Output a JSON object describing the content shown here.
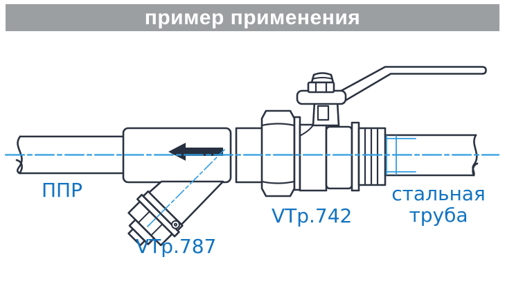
{
  "header": {
    "title": "пример применения"
  },
  "diagram": {
    "flow_direction": "left",
    "labels": {
      "ppr_pipe": "ППР",
      "strainer_model": "VTp.787",
      "valve_model": "VTp.742",
      "steel_pipe_line1": "стальная",
      "steel_pipe_line2": "труба"
    },
    "components": [
      "ppr-pipe",
      "y-strainer-filter",
      "union-nut",
      "ball-valve-with-lever",
      "steel-pipe"
    ],
    "colors": {
      "header_bg": "#9c9fa2",
      "header_text": "#ffffff",
      "outline": "#2b3240",
      "centerline_blue": "#2f9ce0",
      "label_blue": "#1173c1",
      "arrow": "#273040"
    }
  }
}
